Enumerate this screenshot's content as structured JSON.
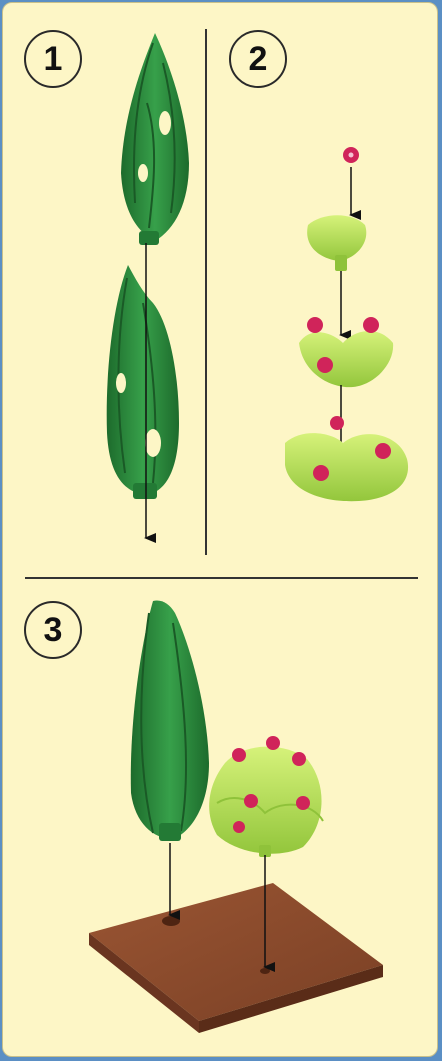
{
  "steps": [
    {
      "number": "1"
    },
    {
      "number": "2"
    },
    {
      "number": "3"
    }
  ],
  "colors": {
    "frame": "#5b8fc4",
    "page": "#fdf6c6",
    "dark_leaf": "#2e8b3e",
    "dark_leaf_shade": "#1d6b2c",
    "light_leaf": "#b6e05a",
    "light_leaf_shade": "#8fc23a",
    "flower": "#d0245a",
    "baseplate": "#8a4a2b",
    "baseplate_shade": "#6a3520"
  },
  "icons": [
    "arrow-down-icon",
    "pine-tree-top-icon",
    "pine-tree-bottom-icon",
    "flower-icon",
    "bush-icon",
    "baseplate-icon"
  ]
}
